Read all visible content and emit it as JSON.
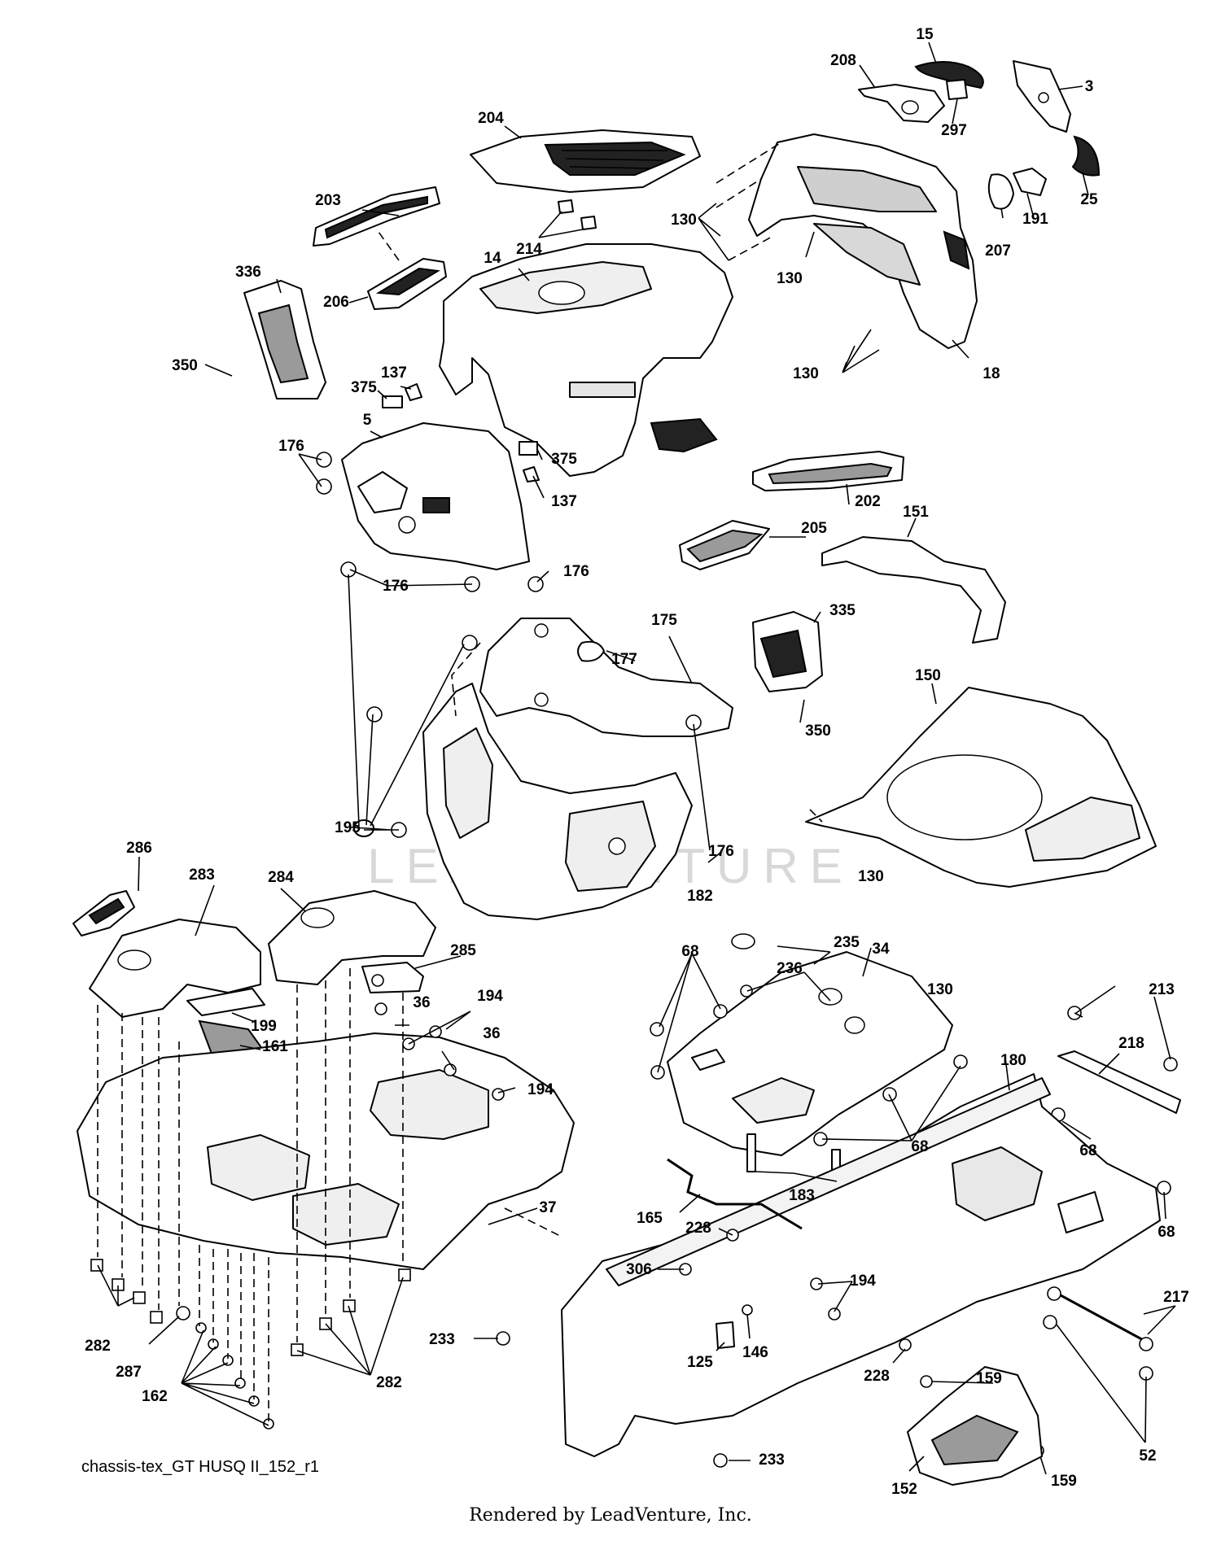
{
  "diagram": {
    "caption": "chassis-tex_GT HUSQ II_152_r1",
    "watermark": "LEADVENTURE",
    "footer": "Rendered by LeadVenture, Inc.",
    "callouts": {
      "c15": "15",
      "c208": "208",
      "c3": "3",
      "c297": "297",
      "c25": "25",
      "c191": "191",
      "c207": "207",
      "c204": "204",
      "c203": "203",
      "c214": "214",
      "c14": "14",
      "c130a": "130",
      "c130b": "130",
      "c130c": "130",
      "c130d": "130",
      "c130e": "130",
      "c18": "18",
      "c336": "336",
      "c206": "206",
      "c350a": "350",
      "c375a": "375",
      "c137a": "137",
      "c5": "5",
      "c176a": "176",
      "c375b": "375",
      "c137b": "137",
      "c202": "202",
      "c205": "205",
      "c151": "151",
      "c176b": "176",
      "c176c": "176",
      "c177": "177",
      "c175": "175",
      "c335": "335",
      "c350b": "350",
      "c150": "150",
      "c195": "195",
      "c176d": "176",
      "c176e": "176",
      "c182": "182",
      "c286": "286",
      "c283": "283",
      "c284": "284",
      "c285": "285",
      "c199": "199",
      "c161": "161",
      "c36a": "36",
      "c194a": "194",
      "c36b": "36",
      "c194b": "194",
      "c37": "37",
      "c282a": "282",
      "c287": "287",
      "c162": "162",
      "c282b": "282",
      "c68a": "68",
      "c235": "235",
      "c34": "34",
      "c236": "236",
      "c68b": "68",
      "c183": "183",
      "c180": "180",
      "c213": "213",
      "c218": "218",
      "c68c": "68",
      "c68d": "68",
      "c165": "165",
      "c228a": "228",
      "c306": "306",
      "c194c": "194",
      "c233a": "233",
      "c146": "146",
      "c125": "125",
      "c228b": "228",
      "c159a": "159",
      "c217": "217",
      "c52": "52",
      "c233b": "233",
      "c152": "152",
      "c159b": "159"
    }
  }
}
